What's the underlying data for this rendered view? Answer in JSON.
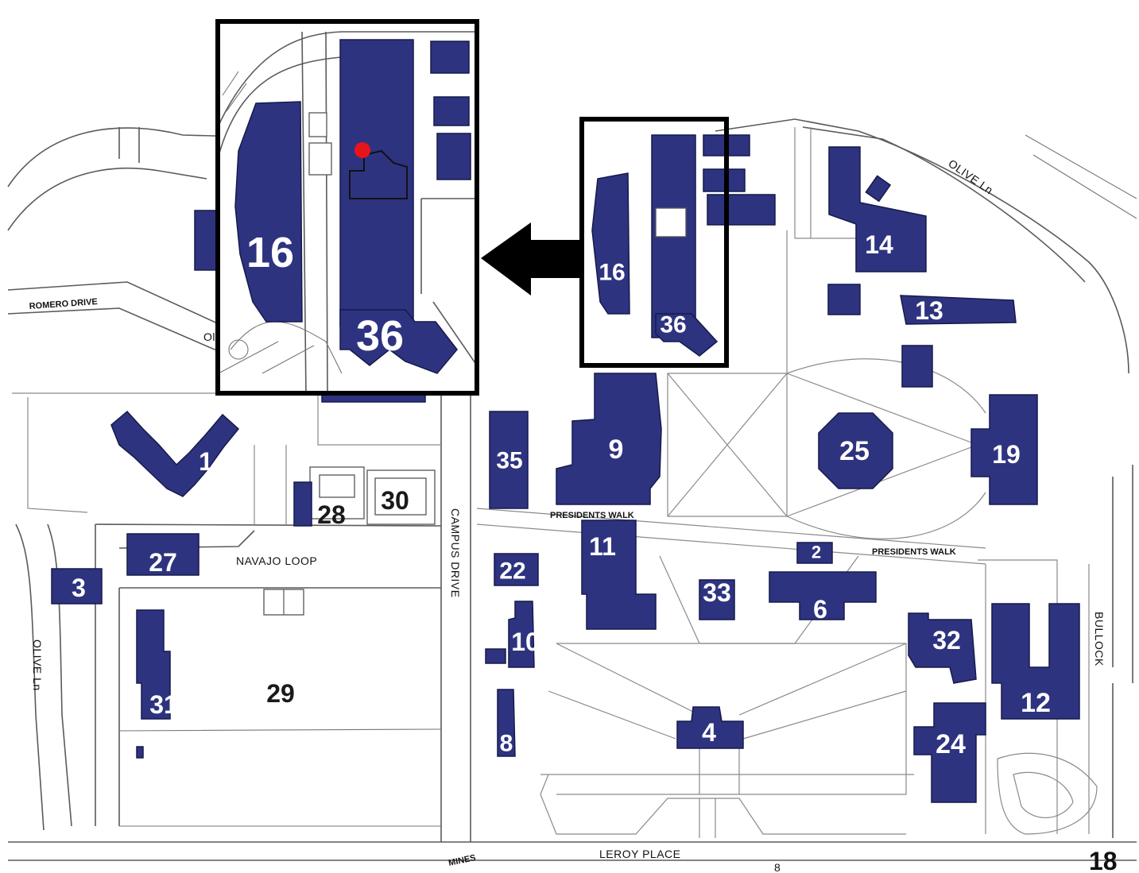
{
  "buildings": [
    {
      "id": "b1",
      "label": "1"
    },
    {
      "id": "b2",
      "label": "2"
    },
    {
      "id": "b3",
      "label": "3"
    },
    {
      "id": "b4",
      "label": "4"
    },
    {
      "id": "b6",
      "label": "6"
    },
    {
      "id": "b8",
      "label": "8"
    },
    {
      "id": "b9",
      "label": "9"
    },
    {
      "id": "b10",
      "label": "10"
    },
    {
      "id": "b11",
      "label": "11"
    },
    {
      "id": "b12",
      "label": "12"
    },
    {
      "id": "b13",
      "label": "13"
    },
    {
      "id": "b14",
      "label": "14"
    },
    {
      "id": "b16",
      "label": "16"
    },
    {
      "id": "b19",
      "label": "19"
    },
    {
      "id": "b22",
      "label": "22"
    },
    {
      "id": "b24",
      "label": "24"
    },
    {
      "id": "b25",
      "label": "25"
    },
    {
      "id": "b27",
      "label": "27"
    },
    {
      "id": "b31",
      "label": "31"
    },
    {
      "id": "b32",
      "label": "32"
    },
    {
      "id": "b33",
      "label": "33"
    },
    {
      "id": "b35",
      "label": "35"
    },
    {
      "id": "b36",
      "label": "36"
    }
  ],
  "lots": [
    {
      "id": "l28",
      "label": "28"
    },
    {
      "id": "l29",
      "label": "29"
    },
    {
      "id": "l30",
      "label": "30"
    }
  ],
  "streets": {
    "romero": "ROMERO DRIVE",
    "navajo": "NAVAJO LOOP",
    "campus": "CAMPUS DRIVE",
    "olive_left": "OLIVE Ln",
    "olive_right": "OLIVE Ln",
    "presidents_walk_1": "PRESIDENTS WALK",
    "presidents_walk_2": "PRESIDENTS WALK",
    "leroy": "LEROY PLACE",
    "bullock": "BULLOCK",
    "mines": "MINES",
    "cut_label": "Ol",
    "small_8": "8"
  },
  "inset": {
    "label_16": "16",
    "label_36": "36"
  },
  "page_number": "18",
  "colors": {
    "building_fill": "#2e3380",
    "marker": "#e8141c",
    "frame": "#000000"
  }
}
